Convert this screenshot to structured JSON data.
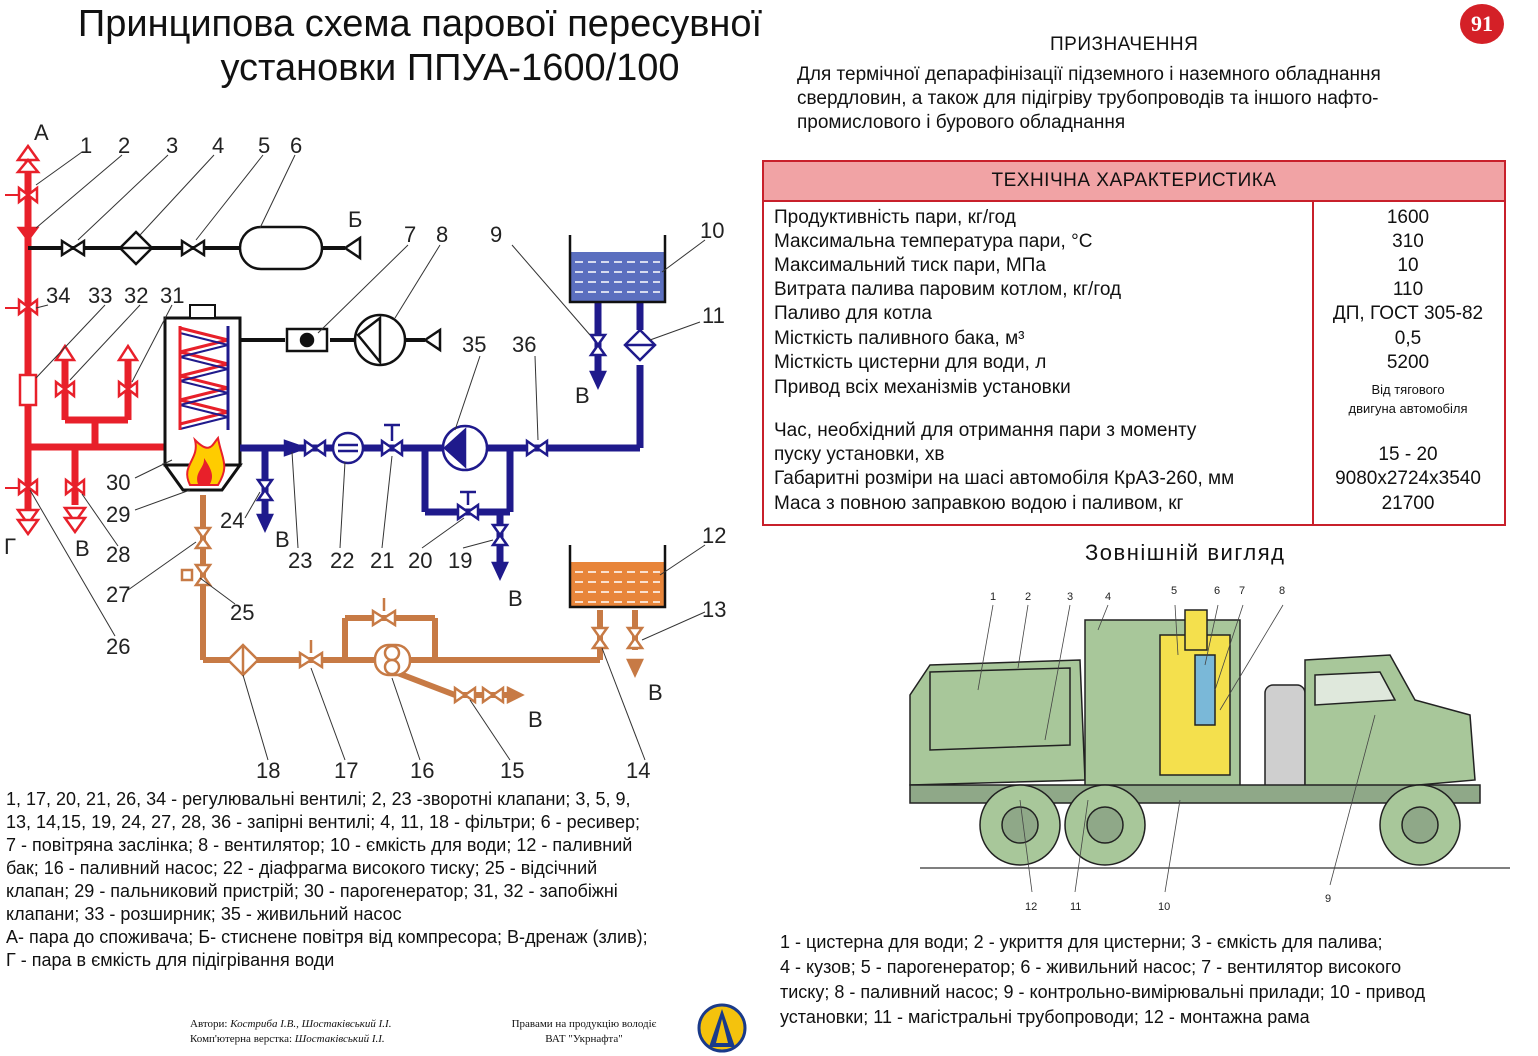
{
  "header": {
    "title_line1": "Принципова схема парової пересувної",
    "title_line2": "установки ППУА-1600/100",
    "page_number": "91"
  },
  "purpose": {
    "heading": "ПРИЗНАЧЕННЯ",
    "line1": "Для термічної депарафінізації підземного і наземного обладнання",
    "line2": "свердловин, а також  для підігріву трубопроводів та іншого нафто-",
    "line3": "промислового і бурового обладнання"
  },
  "tech": {
    "heading": "ТЕХНІЧНА  ХАРАКТЕРИСТИКА",
    "rows": [
      {
        "label": "Продуктивність пари, кг/год",
        "value": "1600"
      },
      {
        "label": "Максимальна температура пари, °С",
        "value": "310"
      },
      {
        "label": "Максимальний тиск пари, МПа",
        "value": "10"
      },
      {
        "label": "Витрата палива паровим котлом, кг/год",
        "value": "110"
      },
      {
        "label": "Паливо для котла",
        "value": "ДП, ГОСТ 305-82"
      },
      {
        "label": "Місткість паливного бака, м³",
        "value": "0,5"
      },
      {
        "label": "Місткість цистерни для води, л",
        "value": "5200"
      },
      {
        "label": "Привод всіх механізмів установки",
        "value_line1": "Від тягового",
        "value_line2": "двигуна автомобіля"
      },
      {
        "label_line1": "Час, необхідний для отримання пари з моменту",
        "label_line2": " пуску установки, хв",
        "value": "15 - 20"
      },
      {
        "label": "Габаритні розміри на шасі автомобіля КрАЗ-260, мм",
        "value": "9080x2724x3540"
      },
      {
        "label": "Маса з повною заправкою водою і паливом, кг",
        "value": "21700"
      }
    ]
  },
  "schematic": {
    "letters": {
      "a": "А",
      "b": "Б",
      "v": "В",
      "g": "Г"
    },
    "numbers": [
      "1",
      "2",
      "3",
      "4",
      "5",
      "6",
      "7",
      "8",
      "9",
      "10",
      "11",
      "12",
      "13",
      "14",
      "15",
      "16",
      "17",
      "18",
      "19",
      "20",
      "21",
      "22",
      "23",
      "24",
      "25",
      "26",
      "27",
      "28",
      "29",
      "30",
      "31",
      "32",
      "33",
      "34",
      "35",
      "36"
    ],
    "colors": {
      "steam": "#e8202a",
      "water": "#1f1a8c",
      "fuel": "#c77a45",
      "air": "#111111"
    }
  },
  "legend_left": {
    "line1": "1, 17, 20, 21, 26, 34 -  регулювальні  вентилі; 2, 23 -зворотні  клапани; 3, 5, 9,",
    "line2": "13, 14,15, 19, 24, 27, 28, 36  - запірні вентилі; 4, 11, 18 - фільтри; 6 - ресивер;",
    "line3": "7 - повітряна заслінка;  8 - вентилятор; 10 - ємкість для води;  12 - паливний",
    "line4": "бак;   16 - паливний насос;    22 -  діафрагма високого тиску;   25 -  відсічний",
    "line5": "клапан; 29 - пальниковий пристрій; 30 -  парогенератор;  31,  32  -  запобіжні",
    "line6": "клапани; 33 - розширник; 35 - живильний насос",
    "line7": "А- пара до споживача; Б- стиснене повітря від компресора; В-дренаж (злив);",
    "line8": "Г - пара в ємкість для підігрівання води"
  },
  "exterior": {
    "heading": "Зовнішній  вигляд",
    "callouts": [
      "1",
      "2",
      "3",
      "4",
      "5",
      "6",
      "7",
      "8",
      "9",
      "10",
      "11",
      "12"
    ],
    "legend_line1": "1 - цистерна  для  води;  2 - укриття   для  цистерни;  3 - ємкість для палива;",
    "legend_line2": "4 - кузов;  5 - парогенератор;  6 - живильний  насос;  7 - вентилятор високого",
    "legend_line3": "тиску; 8 - паливний насос; 9 - контрольно-вимірювальні прилади; 10 - привод",
    "legend_line4": "установки; 11 - магістральні трубопроводи; 12 - монтажна рама",
    "body_color": "#a8c79a"
  },
  "footer": {
    "authors_label": "Автори:",
    "authors": "Костриба І.В., Шостаківський І.І.",
    "layout_label": "Комп'ютерна верстка:",
    "layout_author": "Шостаківський І.І.",
    "rights_line1": "Правами на продукцію володіє",
    "rights_line2": "ВАТ \"Укрнафта\""
  }
}
